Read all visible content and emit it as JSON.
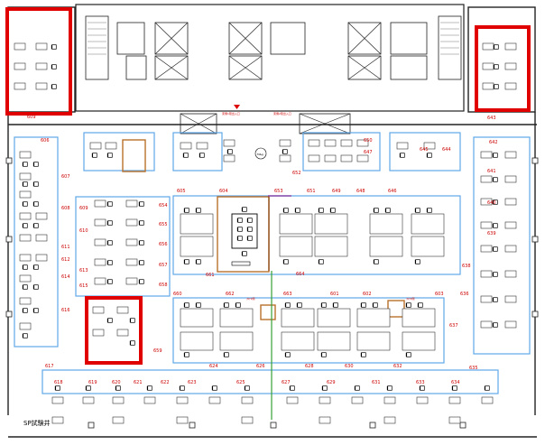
{
  "floor_plan": {
    "shaft_label": "SP試験井",
    "core_notes": [
      "東側1階出入口",
      "東側2階出入口"
    ],
    "small_labels": {
      "circle_label": "M&g",
      "tag_a": "ﾌﾛｱ1側",
      "tag_b": "ﾌﾛｱ2側"
    },
    "rooms": [
      "609",
      "606",
      "607",
      "608",
      "609",
      "610",
      "611",
      "612",
      "613",
      "614",
      "615",
      "616",
      "617",
      "618",
      "619",
      "620",
      "621",
      "622",
      "623",
      "624",
      "625",
      "626",
      "627",
      "628",
      "629",
      "630",
      "631",
      "632",
      "633",
      "634",
      "635",
      "636",
      "637",
      "638",
      "639",
      "640",
      "641",
      "642",
      "643",
      "644",
      "645",
      "646",
      "647",
      "648",
      "649",
      "650",
      "651",
      "652",
      "653",
      "654",
      "655",
      "656",
      "657",
      "658",
      "659",
      "660",
      "661",
      "662",
      "663",
      "664",
      "601",
      "602",
      "603",
      "604",
      "605"
    ],
    "colors": {
      "wall": "#222222",
      "partition": "#5fa8e8",
      "highlight_box": "#e00000",
      "room_frame": "#b8702c",
      "green_line": "#35a035",
      "purple_line": "#7a2a9a",
      "room_label": "#cc0000"
    }
  }
}
